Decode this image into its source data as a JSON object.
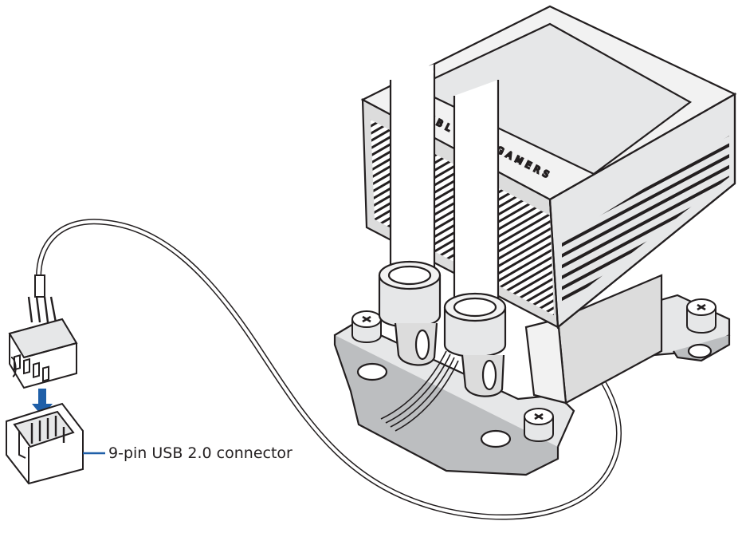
{
  "diagram": {
    "connector_label": "9-pin USB 2.0 connector",
    "pump_brand_text_left": "UBL",
    "pump_brand_text_right": "GAMERS",
    "colors": {
      "line": "#231f20",
      "arrow": "#1f5fa8",
      "pump_light": "#f2f2f2",
      "pump_mid": "#dcdcdc",
      "pump_dark": "#bcbec0",
      "screen": "#e6e7e8"
    }
  }
}
